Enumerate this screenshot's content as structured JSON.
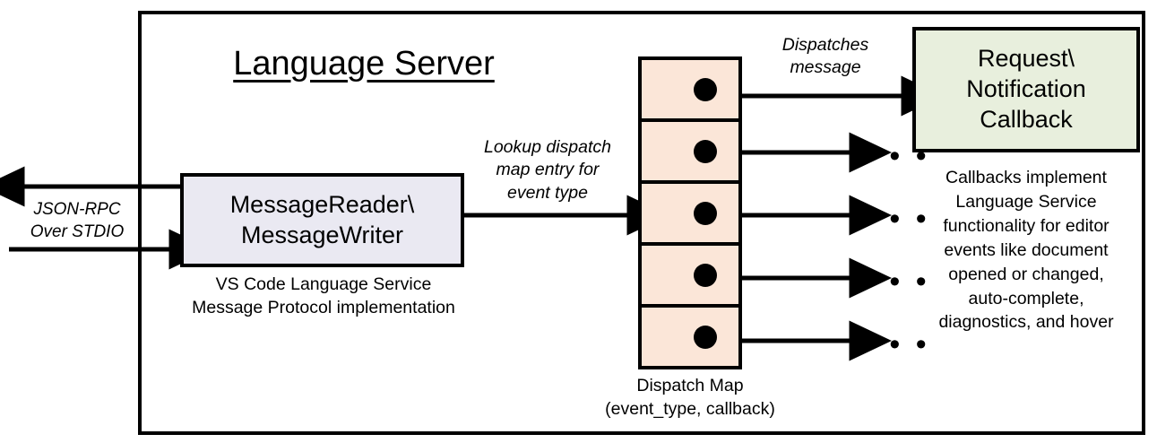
{
  "diagram": {
    "title": "Language Server",
    "outer_frame": "language-server-boundary"
  },
  "message_io": {
    "box_line1": "MessageReader\\",
    "box_line2": "MessageWriter",
    "caption_line1": "VS Code Language Service",
    "caption_line2": "Message Protocol implementation",
    "channel_label_line1": "JSON-RPC",
    "channel_label_line2": "Over STDIO"
  },
  "lookup_label": {
    "line1": "Lookup dispatch",
    "line2": "map entry for",
    "line3": "event type"
  },
  "dispatch_map": {
    "caption_line1": "Dispatch Map",
    "caption_line2": "(event_type, callback)",
    "rows": [
      {
        "id": "row-1",
        "marker": "callback-dot"
      },
      {
        "id": "row-2",
        "marker": "callback-dot"
      },
      {
        "id": "row-3",
        "marker": "callback-dot"
      },
      {
        "id": "row-4",
        "marker": "callback-dot"
      },
      {
        "id": "row-5",
        "marker": "callback-dot"
      }
    ],
    "ellipsis": "• • •"
  },
  "dispatch_label": {
    "line1": "Dispatches",
    "line2": "message"
  },
  "callback": {
    "box_line1": "Request\\",
    "box_line2": "Notification",
    "box_line3": "Callback",
    "caption_line1": "Callbacks implement",
    "caption_line2": "Language Service",
    "caption_line3": "functionality for editor",
    "caption_line4": "events like document",
    "caption_line5": "opened or changed,",
    "caption_line6": "auto-complete,",
    "caption_line7": "diagnostics, and hover"
  },
  "colors": {
    "message_box_fill": "#eae9f2",
    "dispatch_map_fill": "#fbe6d8",
    "callback_box_fill": "#e8efdd",
    "stroke": "#000000",
    "background": "#ffffff"
  }
}
